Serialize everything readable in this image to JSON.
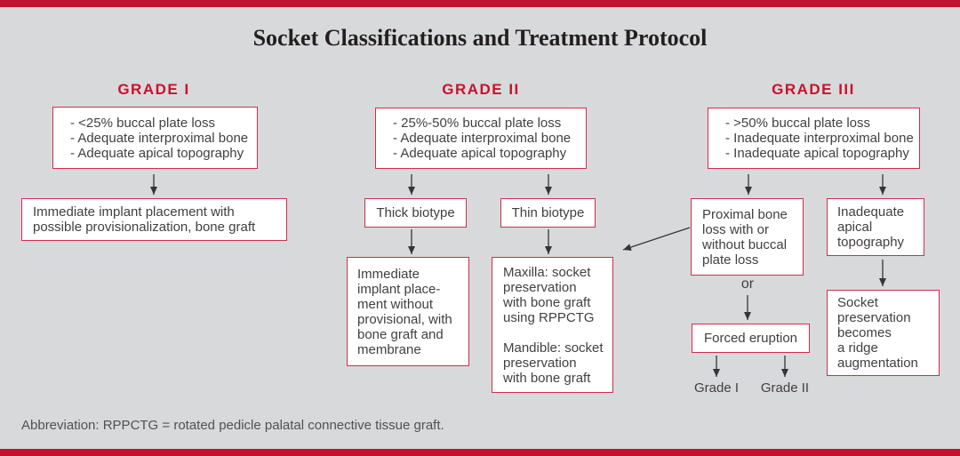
{
  "figure": {
    "title": "Socket Classifications and Treatment Protocol",
    "footnote": "Abbreviation: RPPCTG = rotated pedicle palatal connective tissue graft."
  },
  "grade1": {
    "label": "GRADE I",
    "criteria": "- <25% buccal plate loss\n- Adequate interproximal bone\n- Adequate apical topography",
    "treatment": "Immediate implant placement with possible provisionalization, bone graft"
  },
  "grade2": {
    "label": "GRADE II",
    "criteria": "- 25%-50% buccal plate loss\n- Adequate interproximal bone\n- Adequate apical topography",
    "thick_biotype": "Thick biotype",
    "thin_biotype": "Thin biotype",
    "thick_treatment": "Immediate\nimplant place-\nment without\nprovisional, with\nbone graft and\nmembrane",
    "thin_treatment": "Maxilla: socket\npreservation\nwith bone graft\nusing RPPCTG\n\nMandible: socket\npreservation\nwith bone graft"
  },
  "grade3": {
    "label": "GRADE III",
    "criteria": "- >50% buccal plate loss\n- Inadequate interproximal bone\n- Inadequate apical topography",
    "proximal": "Proximal bone\nloss with or\nwithout buccal\nplate loss",
    "inadequate": "Inadequate\napical\ntopography",
    "or_label": "or",
    "forced_eruption": "Forced eruption",
    "socket_preservation": "Socket\npreservation\nbecomes\na ridge\naugmentation",
    "outcome_grade1": "Grade I",
    "outcome_grade2": "Grade II"
  },
  "colors": {
    "accent": "#c3112f",
    "box_border": "#cf2d4d",
    "background": "#d8d9da",
    "text": "#414042"
  }
}
